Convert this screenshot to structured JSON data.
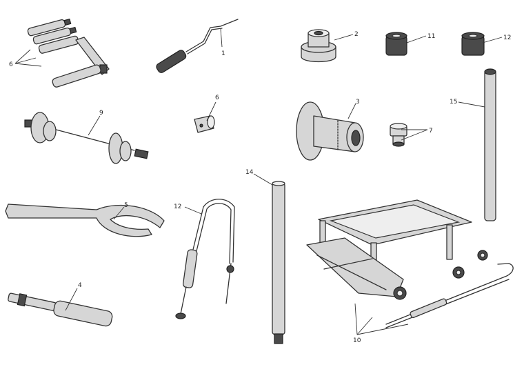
{
  "callouts": [
    {
      "id": "c1",
      "text": "1"
    },
    {
      "id": "c2",
      "text": "2"
    },
    {
      "id": "c3",
      "text": "3"
    },
    {
      "id": "c4",
      "text": "4"
    },
    {
      "id": "c5",
      "text": "5"
    },
    {
      "id": "c6a",
      "text": "6"
    },
    {
      "id": "c6b",
      "text": "6"
    },
    {
      "id": "c7",
      "text": "7"
    },
    {
      "id": "c9",
      "text": "9"
    },
    {
      "id": "c10",
      "text": "10"
    },
    {
      "id": "c11",
      "text": "11"
    },
    {
      "id": "c12a",
      "text": "12"
    },
    {
      "id": "c12b",
      "text": "12"
    },
    {
      "id": "c14",
      "text": "14"
    },
    {
      "id": "c15",
      "text": "15"
    }
  ]
}
